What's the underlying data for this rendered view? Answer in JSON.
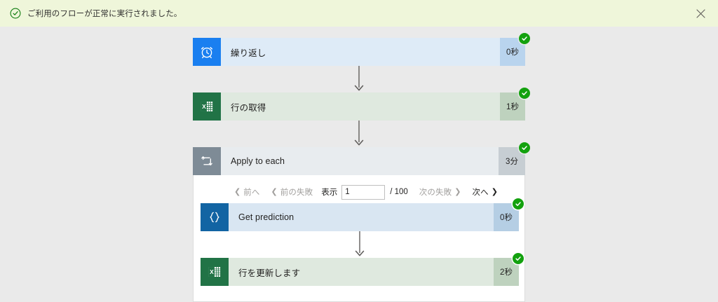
{
  "notification": {
    "message": "ご利用のフローが正常に実行されました。",
    "icon": "check-circle-icon",
    "close_icon": "close-icon",
    "background_color": "#eff6da",
    "accent_color": "#107c10"
  },
  "flow": {
    "steps": [
      {
        "id": "recurrence",
        "title": "繰り返し",
        "duration": "0秒",
        "icon": "alarm-clock-icon",
        "icon_color": "#1a7ff0",
        "theme": "blue",
        "status": "succeeded"
      },
      {
        "id": "get-row",
        "title": "行の取得",
        "duration": "1秒",
        "icon": "excel-icon",
        "icon_color": "#217346",
        "theme": "green",
        "status": "succeeded"
      }
    ],
    "scope": {
      "id": "apply-to-each",
      "title": "Apply to each",
      "duration": "3分",
      "icon": "loop-icon",
      "icon_color": "#7e8b96",
      "theme": "gray",
      "status": "succeeded",
      "pager": {
        "previous_label": "前へ",
        "previous_failure_label": "前の失敗",
        "display_label": "表示",
        "current_page": "1",
        "total_label": "/ 100",
        "next_failure_label": "次の失敗",
        "next_label": "次へ",
        "previous_enabled": false,
        "previous_failure_enabled": false,
        "next_failure_enabled": false,
        "next_enabled": true
      },
      "steps": [
        {
          "id": "get-prediction",
          "title": "Get prediction",
          "duration": "0秒",
          "icon": "braces-icon",
          "icon_color": "#1264a3",
          "theme": "bluedark",
          "status": "succeeded"
        },
        {
          "id": "update-row",
          "title": "行を更新します",
          "duration": "2秒",
          "icon": "excel-icon",
          "icon_color": "#217346",
          "theme": "green",
          "status": "succeeded"
        }
      ]
    }
  },
  "colors": {
    "canvas_background": "#eaeaea",
    "success_green": "#13a10e",
    "card_blue": "#deebf7",
    "card_green": "#dfe9df",
    "card_gray": "#e8ecef"
  }
}
